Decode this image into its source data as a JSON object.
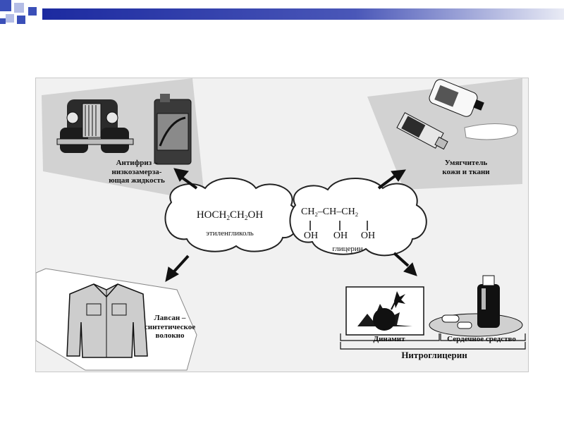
{
  "diagram": {
    "ethylene_glycol": {
      "formula_parts": [
        "HOCH",
        "2",
        "CH",
        "2",
        "OH"
      ],
      "name": "этиленгликоль"
    },
    "glycerin": {
      "formula_top": [
        "CH",
        "2",
        "–CH–CH",
        "2"
      ],
      "formula_bottom": [
        "OH",
        "OH",
        "OH"
      ],
      "name": "глицерин"
    },
    "antifreeze": {
      "lines": [
        "Антифриз –",
        "низкозамерза-",
        "ющая жидкость"
      ]
    },
    "softener": {
      "lines": [
        "Умягчитель",
        "кожи и ткани"
      ]
    },
    "lavsan": {
      "lines": [
        "Лавсан –",
        "синтетическое",
        "волокно"
      ]
    },
    "dynamite": {
      "label": "Динамит"
    },
    "heart_medicine": {
      "label": "Сердечное средство"
    },
    "nitroglycerin": {
      "label": "Нитроглицерин"
    }
  },
  "colors": {
    "bar_blue": "#1c2aa0",
    "square_blue": "#3a4fb8",
    "square_light": "#b4bde6",
    "panel_bg": "#f1f1f1",
    "region_gray": "#d2d2d2"
  }
}
